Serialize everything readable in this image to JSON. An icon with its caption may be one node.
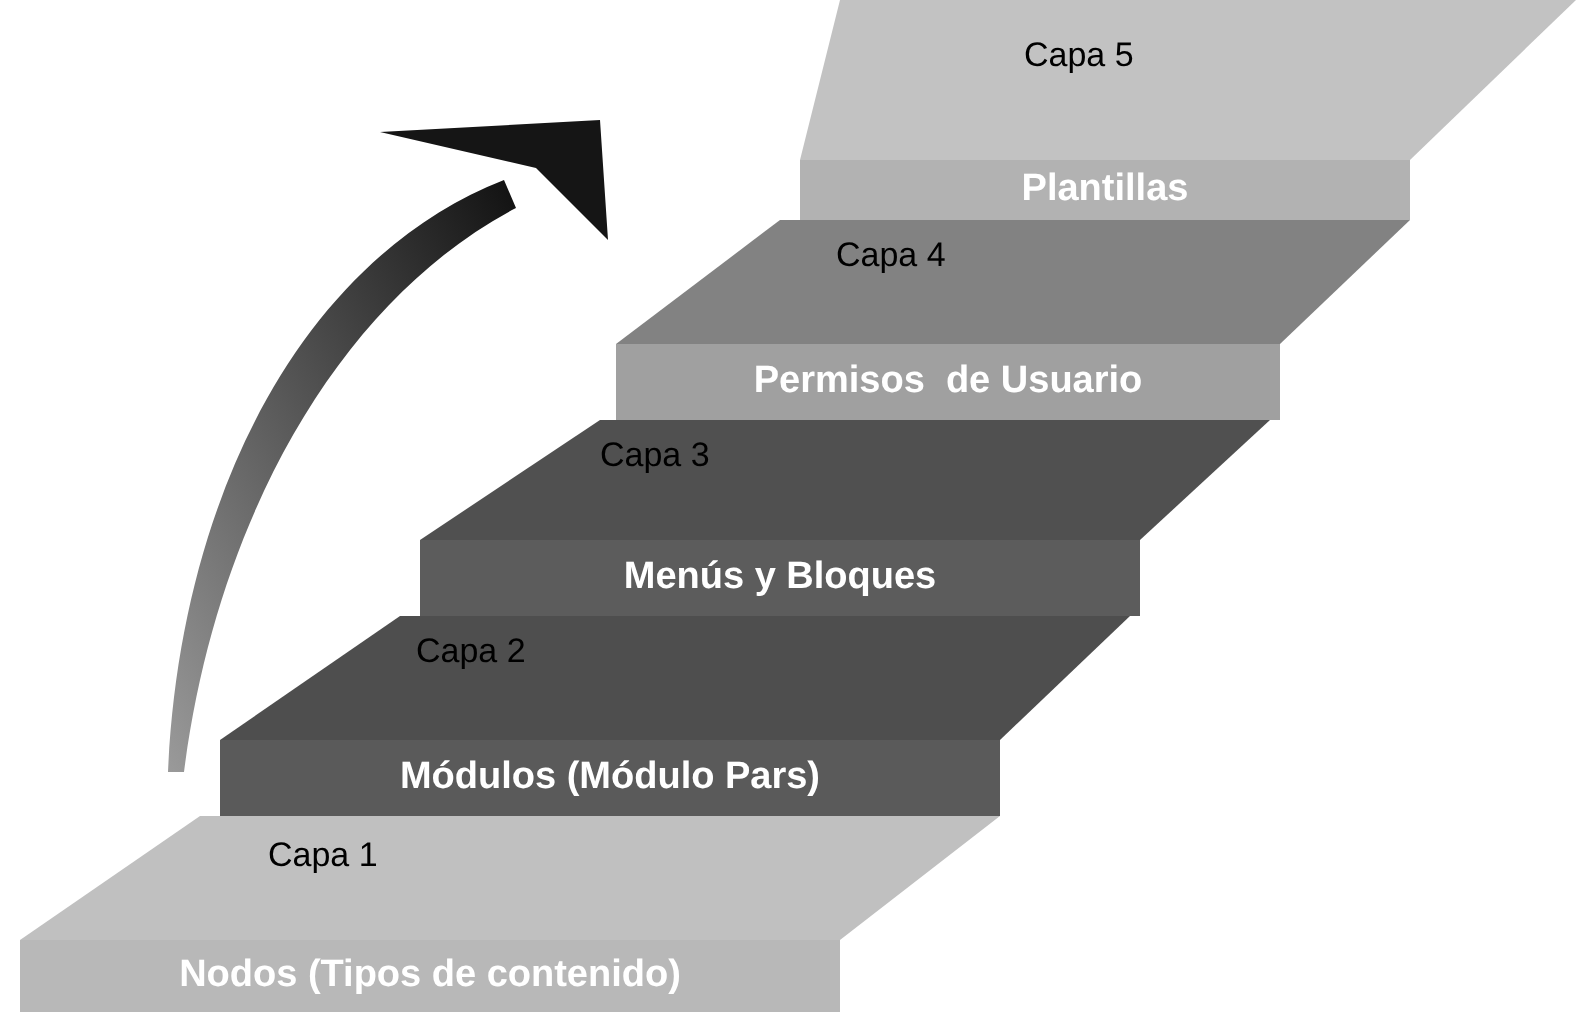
{
  "diagram": {
    "nodes": [
      {
        "text": [
          "Capa 5",
          "Plantillas"
        ]
      },
      {
        "text": [
          "Capa 4",
          "Permisos  de Usuario"
        ]
      },
      {
        "text": [
          "Capa 3",
          "Menús y Bloques"
        ]
      },
      {
        "text": [
          "Capa 2",
          "Módulos (Módulo Pars)"
        ]
      },
      {
        "text": [
          "Capa 1",
          "Nodos (Tipos de contenido)"
        ]
      }
    ]
  }
}
